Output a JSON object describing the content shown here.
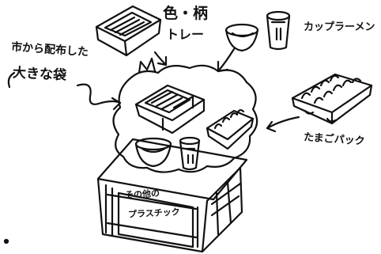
{
  "labels": {
    "colored_tray_line1": "色・柄",
    "colored_tray_line2": "トレー",
    "cup_ramen": "カップラーメン",
    "city_bag_line1": "市から配布した",
    "city_bag_line2": "大きな袋",
    "egg_pack": "たまごパック",
    "box_label_line1": "その他の",
    "box_label_line2": "プラスチック"
  },
  "colors": {
    "ink": "#111111",
    "paper": "#ffffff"
  },
  "icons": {
    "tray": "colored-tray-icon",
    "bowl": "ramen-bowl-icon",
    "cup": "ramen-cup-icon",
    "egg": "egg-pack-icon",
    "box": "collection-box-icon"
  }
}
